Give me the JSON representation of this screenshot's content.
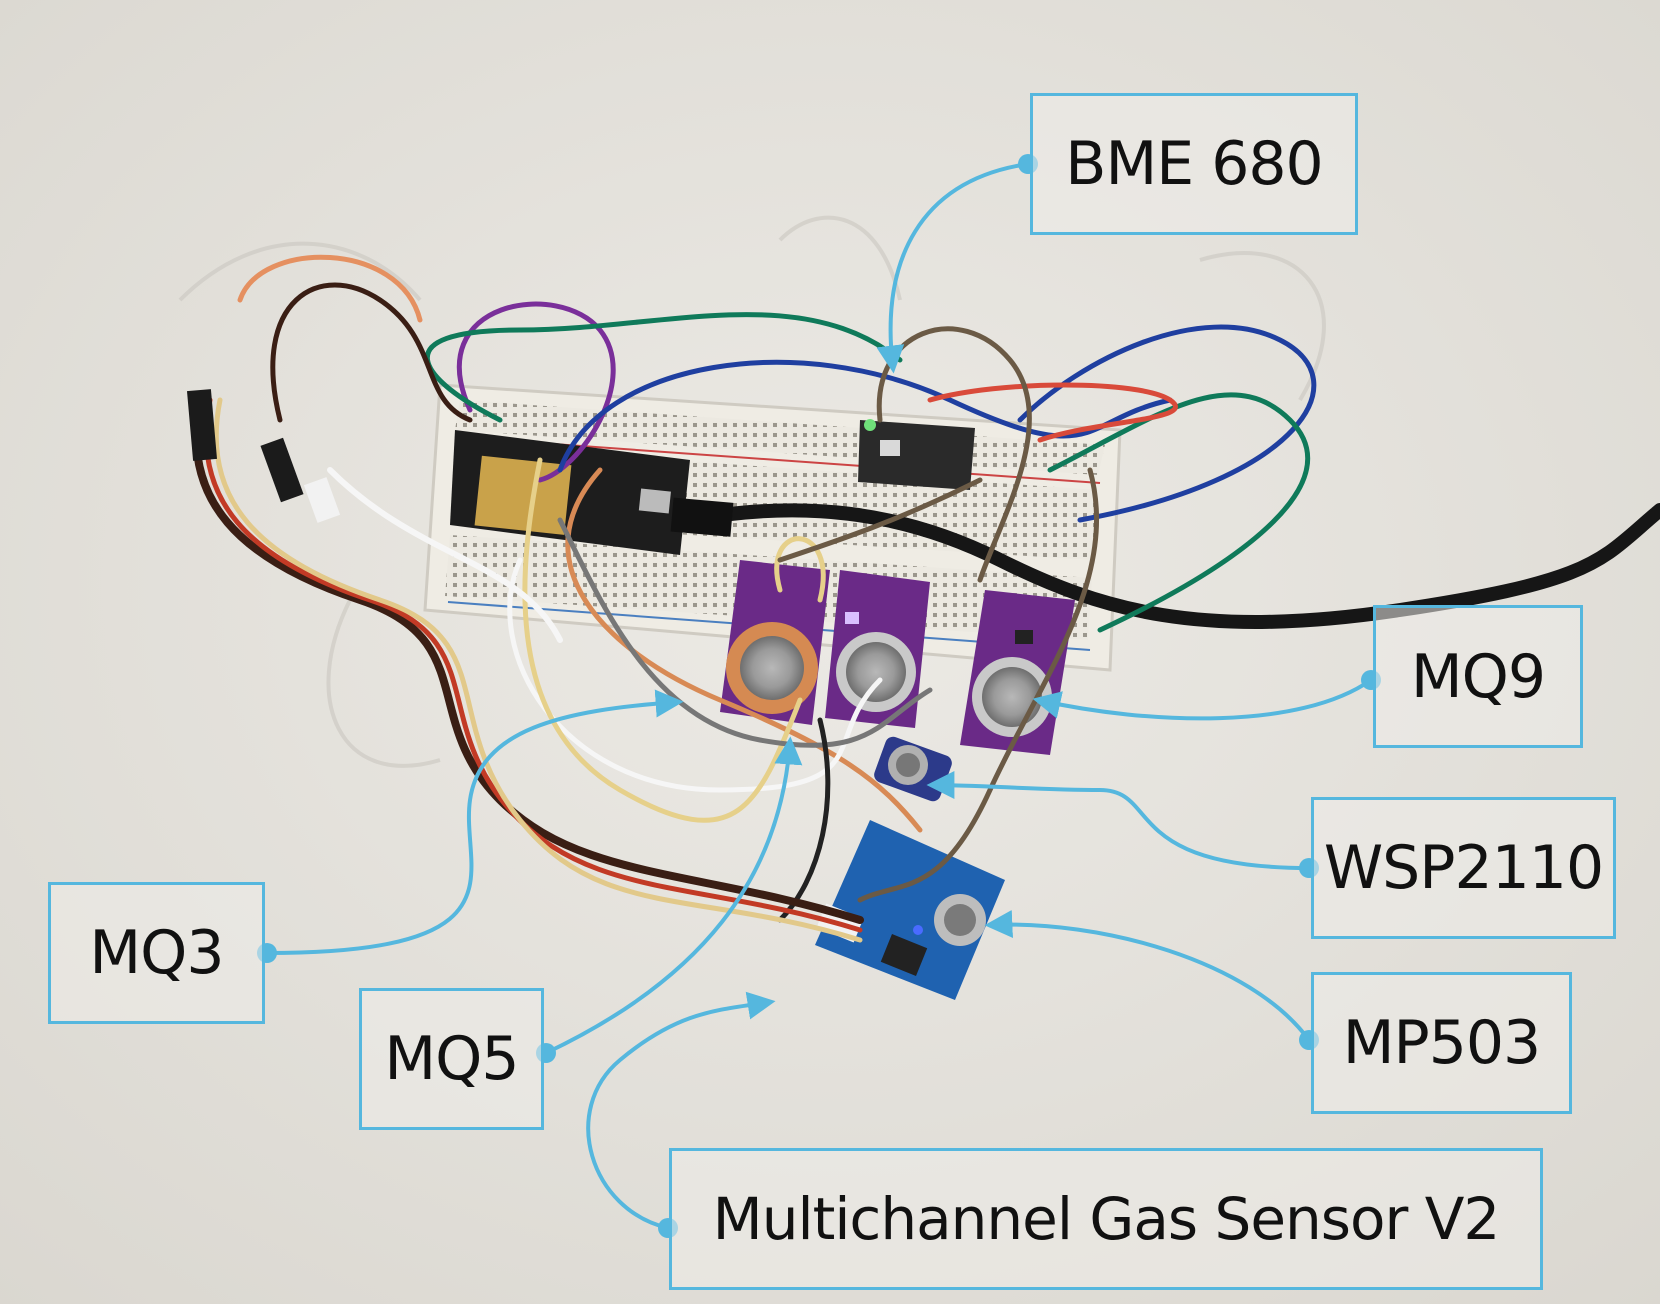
{
  "labels": {
    "bme680": "BME 680",
    "mq9": "MQ9",
    "wsp2110": "WSP2110",
    "mp503": "MP503",
    "mq3": "MQ3",
    "mq5": "MQ5",
    "multichannel": "Multichannel Gas Sensor V2"
  },
  "colors": {
    "callout": "#55b7de",
    "background": "#e6e4df",
    "breadboard": "#ece9e1",
    "sensor_board": "#6a2a87",
    "grove_board": "#1f62b0"
  }
}
